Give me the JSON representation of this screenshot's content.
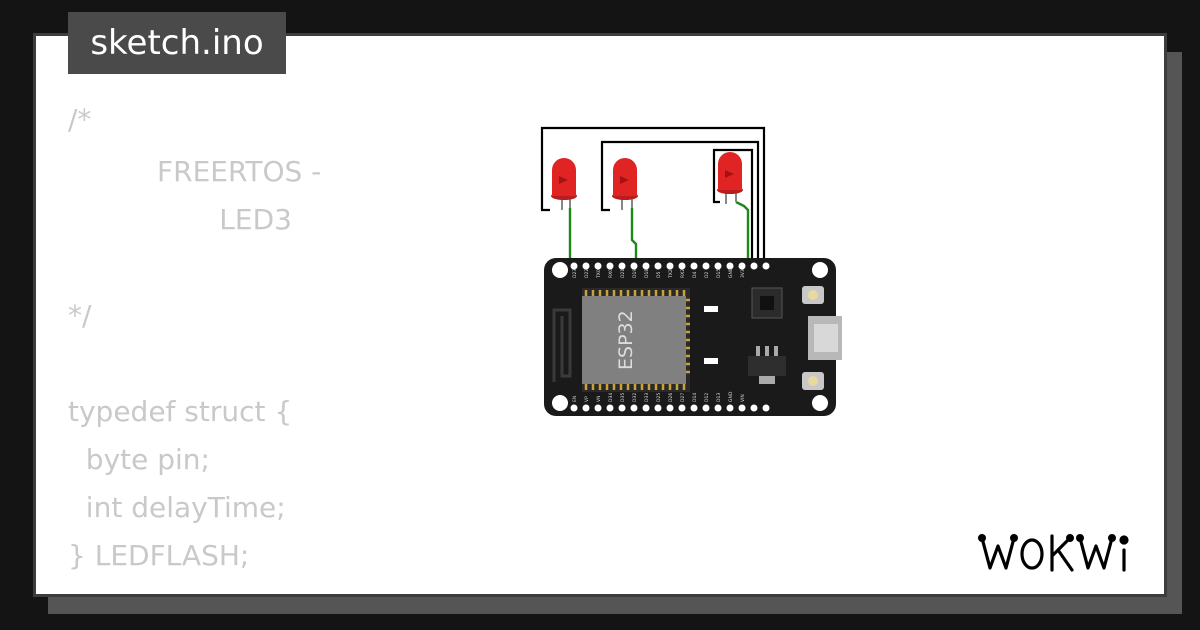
{
  "tab": {
    "filename": "sketch.ino"
  },
  "code": {
    "lines": [
      "/*",
      "          FREERTOS -",
      "                 LED3",
      "",
      "*/",
      "",
      "typedef struct {",
      "  byte pin;",
      "  int delayTime;",
      "} LEDFLASH;"
    ]
  },
  "board": {
    "chip_label": "ESP32",
    "top_pins": [
      "D23",
      "D22",
      "TX0",
      "RX0",
      "D21",
      "D19",
      "D18",
      "D5",
      "TX2",
      "RX2",
      "D4",
      "D2",
      "D15",
      "GND",
      "3V3"
    ],
    "bottom_pins": [
      "EN",
      "VP",
      "VN",
      "D34",
      "D35",
      "D32",
      "D33",
      "D25",
      "D26",
      "D27",
      "D14",
      "D12",
      "D13",
      "GND",
      "VIN"
    ]
  },
  "leds": [
    {
      "color": "red"
    },
    {
      "color": "red"
    },
    {
      "color": "red"
    }
  ],
  "brand": {
    "logo_text": "WOKWi"
  },
  "colors": {
    "background": "#141414",
    "card": "#ffffff",
    "tab": "#4a4a4a",
    "code_text": "#c9c9c9",
    "board": "#1a1a1a",
    "led": "#e02424",
    "wire_green": "#1a8a1a",
    "wire_black": "#000000"
  }
}
